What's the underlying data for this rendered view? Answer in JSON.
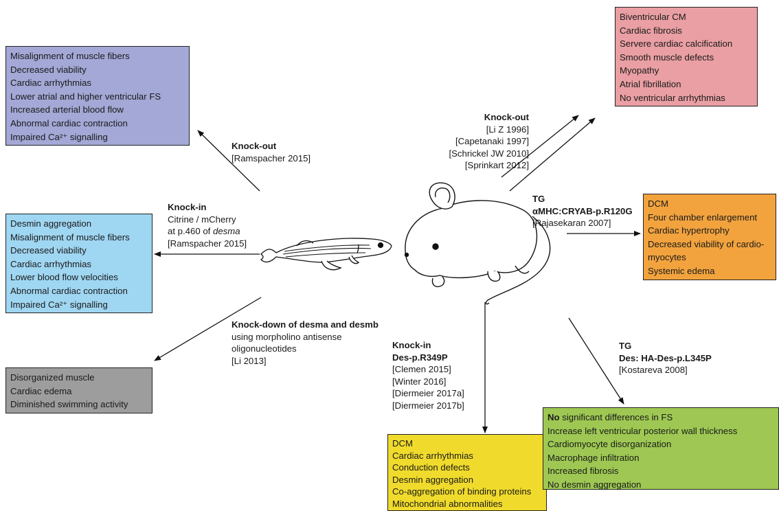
{
  "colors": {
    "purple": "#a3a8d6",
    "pink": "#e99fa3",
    "blue": "#9fd6f2",
    "orange": "#f2a33e",
    "gray": "#9d9d9d",
    "yellow": "#f0db2c",
    "green": "#9ec853"
  },
  "boxes": {
    "zf_knockout": [
      "Misalignment of muscle fibers",
      "Decreased viability",
      "Cardiac arrhythmias",
      "Lower atrial and higher ventricular FS",
      "Increased arterial blood flow",
      "Abnormal cardiac contraction",
      "Impaired Ca²⁺ signalling"
    ],
    "zf_knockin": [
      "Desmin aggregation",
      "Misalignment of muscle fibers",
      "Decreased viability",
      "Cardiac arrhythmias",
      "Lower blood flow velocities",
      "Abnormal cardiac contraction",
      "Impaired Ca²⁺ signalling"
    ],
    "zf_knockdown": [
      "Disorganized muscle",
      "Cardiac edema",
      "Diminished swimming activity"
    ],
    "m_knockout": [
      "Biventricular CM",
      "Cardiac fibrosis",
      "Servere cardiac calcification",
      "Smooth muscle defects",
      "Myopathy",
      "Atrial fibrillation",
      "No ventricular arrhythmias"
    ],
    "m_tg_cryab": [
      "DCM",
      "Four chamber enlargement",
      "Cardiac hypertrophy",
      "Decreased viability of cardio-",
      "myocytes",
      "Systemic edema"
    ],
    "m_knockin": [
      "DCM",
      "Cardiac arrhythmias",
      "Conduction defects",
      "Desmin aggregation",
      "Co-aggregation of binding proteins",
      "Mitochondrial abnormalities"
    ],
    "m_tg_ha": [
      "No significant differences in FS",
      "Increase left ventricular posterior wall thickness",
      "Cardiomyocyte disorganization",
      "Macrophage infiltration",
      "Increased fibrosis",
      "No desmin aggregation"
    ]
  },
  "labels": {
    "zf_ko_title": "Knock-out",
    "zf_ko_ref": "[Ramspacher 2015]",
    "zf_ki_title": "Knock-in",
    "zf_ki_line1": "Citrine / mCherry",
    "zf_ki_line2a": "at p.460 of ",
    "zf_ki_line2b": "desma",
    "zf_ki_ref": "[Ramspacher 2015]",
    "zf_kd_title": "Knock-down of desma and desmb",
    "zf_kd_line1": "using morpholino antisense",
    "zf_kd_line2": "oligonucleotides",
    "zf_kd_ref": "[Li 2013]",
    "m_ko_title": "Knock-out",
    "m_ko_refs": [
      "[Li Z 1996]",
      "[Capetanaki 1997]",
      "[Schrickel JW 2010]",
      "[Sprinkart 2012]"
    ],
    "m_tg1_title": "TG",
    "m_tg1_construct": "αMHC:CRYAB-p.R120G",
    "m_tg1_ref": "[Rajasekaran 2007]",
    "m_ki_title": "Knock-in",
    "m_ki_construct": "Des-p.R349P",
    "m_ki_refs": [
      "[Clemen 2015]",
      "[Winter 2016]",
      "[Diermeier 2017a]",
      "[Diermeier 2017b]"
    ],
    "m_tg2_title": "TG",
    "m_tg2_construct": "Des: HA-Des-p.L345P",
    "m_tg2_ref": "[Kostareva 2008]"
  }
}
